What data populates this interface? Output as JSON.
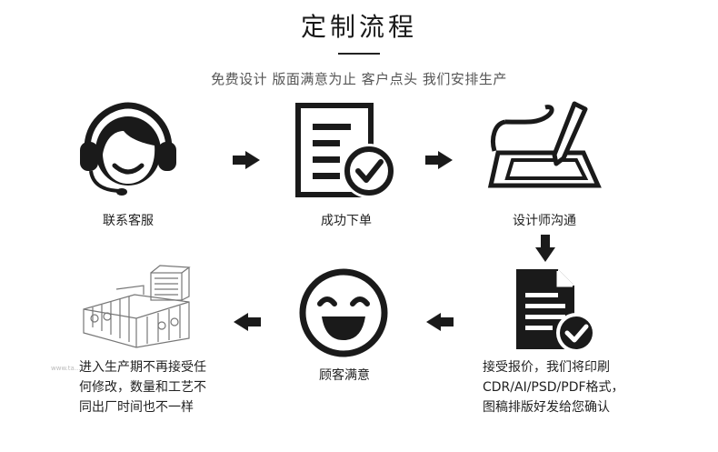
{
  "title": "定制流程",
  "subtitle": "免费设计 版面满意为止 客户点头 我们安排生产",
  "steps": {
    "contact": "联系客服",
    "order": "成功下单",
    "designer": "设计师沟通",
    "print_desc": [
      "接受报价，我们将印刷",
      "CDR/AI/PSD/PDF格式，",
      "图稿排版好发给您确认"
    ],
    "satisfied": "顾客满意",
    "production_desc": [
      "进入生产期不再接受任",
      "何修改，数量和工艺不",
      "同出厂时间也不一样"
    ]
  },
  "watermark": "www.ta..."
}
